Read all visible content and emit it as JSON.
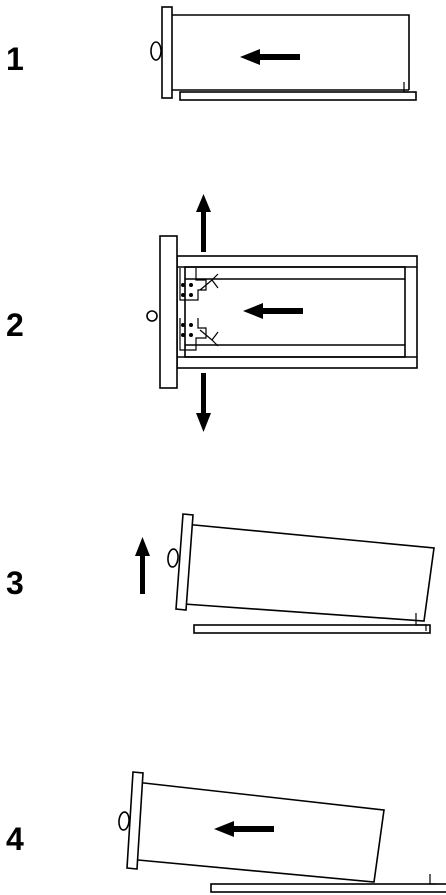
{
  "steps": [
    {
      "number": "1"
    },
    {
      "number": "2"
    },
    {
      "number": "3"
    },
    {
      "number": "4"
    }
  ],
  "colors": {
    "line": "#000000",
    "background": "#ffffff"
  }
}
